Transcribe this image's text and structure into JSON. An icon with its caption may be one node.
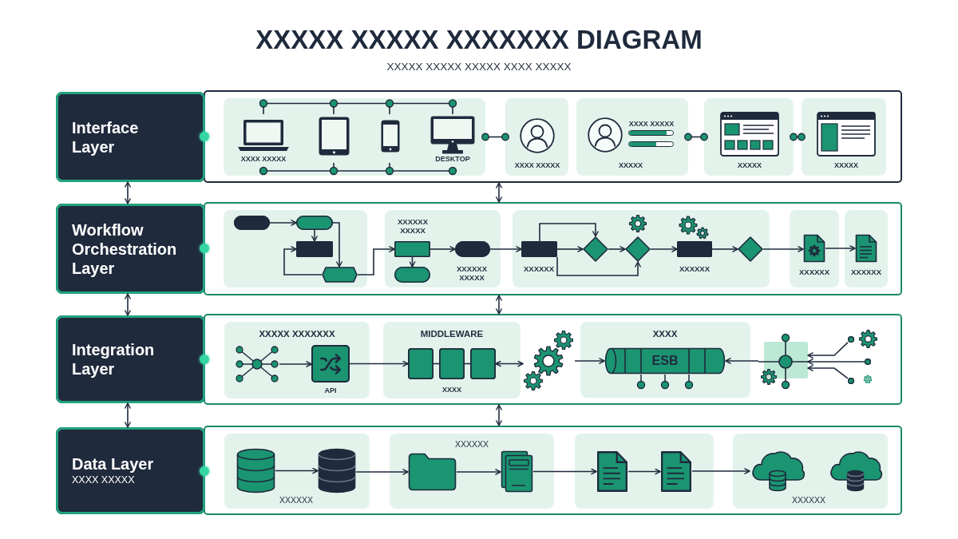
{
  "diagram": {
    "title": "XXXXX XXXXX XXXXXXX DIAGRAM",
    "nodes": [
      {
        "text": [
          "Interface Layer"
        ]
      },
      {
        "text": [],
        "shape": "band"
      },
      {
        "text": [
          "XXXX XXXXX",
          "DESKTOP"
        ],
        "in": 1
      },
      {
        "text": [
          "XXXX XXXXX"
        ],
        "in": 1
      },
      {
        "text": [
          "XXXX XXXXX",
          "XXXXX"
        ],
        "in": 1
      },
      {
        "text": [
          "XXXXX"
        ],
        "in": 1
      },
      {
        "text": [
          "XXXXX"
        ],
        "in": 1
      },
      {
        "text": [
          "Workflow Orchestration Layer"
        ]
      },
      {
        "text": [],
        "shape": "band"
      },
      {
        "text": [],
        "shape": "box",
        "in": 8
      },
      {
        "text": [],
        "shape": "pill",
        "in": 9
      },
      {
        "text": [],
        "shape": "pill",
        "in": 9
      },
      {
        "text": [],
        "shape": "box",
        "in": 9
      },
      {
        "text": [],
        "shape": "hexagon",
        "in": 9
      },
      {
        "text": [
          "XXXXXX XXXXX"
        ],
        "in": 8
      },
      {
        "text": [],
        "shape": "box",
        "in": 14
      },
      {
        "text": [],
        "shape": "pill",
        "in": 14
      },
      {
        "text": [],
        "shape": "pill",
        "in": 14,
        "beside": [
          "XXXXXX XXXXX"
        ]
      },
      {
        "text": [],
        "shape": "box",
        "in": 8
      },
      {
        "text": [],
        "shape": "box",
        "in": 18,
        "beside": [
          "XXXXXX"
        ]
      },
      {
        "text": [],
        "shape": "diamond",
        "in": 18
      },
      {
        "text": [],
        "shape": "diamond",
        "in": 18
      },
      {
        "text": [],
        "shape": "box",
        "in": 18,
        "beside": [
          "XXXXXX"
        ]
      },
      {
        "text": [],
        "shape": "diamond",
        "in": 18
      },
      {
        "text": [],
        "shape": "box",
        "in": 8
      },
      {
        "text": [],
        "shape": "picture",
        "in": 24,
        "beside": [
          "XXXXXX"
        ]
      },
      {
        "text": [],
        "shape": "box",
        "in": 8
      },
      {
        "text": [],
        "shape": "picture",
        "in": 26,
        "beside": [
          "XXXXXX"
        ]
      },
      {
        "text": [
          "Integration Layer"
        ]
      },
      {
        "text": [],
        "shape": "band"
      },
      {
        "text": [
          "XXXXX XXXXXXX"
        ],
        "in": 29
      },
      {
        "text": [],
        "shape": "picture",
        "in": 30
      },
      {
        "text": [],
        "shape": "box",
        "in": 30,
        "beside": [
          "API"
        ]
      },
      {
        "text": [
          "MIDDLEWARE",
          "XXXX"
        ],
        "in": 29
      },
      {
        "text": [],
        "shape": "box",
        "in": 33
      },
      {
        "text": [],
        "shape": "box",
        "in": 33
      },
      {
        "text": [],
        "shape": "box",
        "in": 33
      },
      {
        "text": [],
        "shape": "picture",
        "in": 29
      },
      {
        "text": [
          "XXXX"
        ],
        "in": 29
      },
      {
        "text": [
          "ESB"
        ],
        "in": 38
      },
      {
        "text": [],
        "shape": "picture",
        "in": 29
      },
      {
        "text": [],
        "shape": "circle",
        "in": 29
      },
      {
        "text": [],
        "shape": "circle",
        "in": 29
      },
      {
        "text": [],
        "shape": "circle",
        "in": 29
      },
      {
        "text": [
          "Data Layer",
          "XXXX XXXXX"
        ]
      },
      {
        "text": [],
        "shape": "band"
      },
      {
        "text": [
          "XXXXXX"
        ],
        "in": 45
      },
      {
        "text": [],
        "shape": "cylinder",
        "in": 46
      },
      {
        "text": [],
        "shape": "cylinder",
        "in": 46
      },
      {
        "text": [
          "XXXXXX"
        ],
        "in": 45
      },
      {
        "text": [],
        "shape": "folder",
        "in": 49
      },
      {
        "text": [],
        "shape": "picture",
        "in": 49
      },
      {
        "text": [],
        "shape": "box",
        "in": 45
      },
      {
        "text": [],
        "shape": "picture",
        "in": 52
      },
      {
        "text": [],
        "shape": "picture",
        "in": 52
      },
      {
        "text": [
          "XXXXXX"
        ],
        "in": 45
      },
      {
        "text": [],
        "shape": "cloud",
        "in": 55
      },
      {
        "text": [],
        "shape": "cloud",
        "in": 55
      }
    ],
    "edges": [
      {
        "from": 2,
        "to": 3,
        "arrow": "other"
      },
      {
        "from": 4,
        "to": 5,
        "arrow": "other"
      },
      {
        "from": 5,
        "to": 6,
        "arrow": "other"
      },
      {
        "from": 0,
        "to": 7,
        "arrow": "both"
      },
      {
        "from": 1,
        "to": 8,
        "arrow": "both"
      },
      {
        "from": 10,
        "to": 11,
        "arrow": "to"
      },
      {
        "from": 11,
        "to": 12,
        "arrow": "to"
      },
      {
        "from": 11,
        "to": 13,
        "arrow": "to"
      },
      {
        "from": 13,
        "to": 12,
        "arrow": "to"
      },
      {
        "from": 13,
        "to": 15,
        "arrow": "to"
      },
      {
        "from": 15,
        "to": 16,
        "arrow": "to"
      },
      {
        "from": 15,
        "to": 17,
        "arrow": "to"
      },
      {
        "from": 17,
        "to": 19,
        "arrow": "to"
      },
      {
        "from": 19,
        "to": 20,
        "arrow": "to"
      },
      {
        "from": 19,
        "to": 20,
        "arrow": "to"
      },
      {
        "from": 20,
        "to": 21,
        "arrow": "to"
      },
      {
        "from": 19,
        "to": 21,
        "arrow": "to"
      },
      {
        "from": 21,
        "to": 22,
        "arrow": "to"
      },
      {
        "from": 22,
        "to": 23,
        "arrow": "to"
      },
      {
        "from": 23,
        "to": 25,
        "arrow": "to"
      },
      {
        "from": 25,
        "to": 27,
        "arrow": "to"
      },
      {
        "from": 7,
        "to": 28,
        "arrow": "both"
      },
      {
        "from": 8,
        "to": 29,
        "arrow": "both"
      },
      {
        "from": 31,
        "to": 32,
        "arrow": "to"
      },
      {
        "from": 32,
        "to": 34,
        "arrow": "to"
      },
      {
        "from": 34,
        "to": 35,
        "arrow": "none"
      },
      {
        "from": 35,
        "to": 36,
        "arrow": "none"
      },
      {
        "from": 36,
        "to": 37,
        "arrow": "both"
      },
      {
        "from": 37,
        "to": 39,
        "arrow": "to"
      },
      {
        "from": 40,
        "to": 39,
        "arrow": "to"
      },
      {
        "from": 41,
        "to": 40,
        "arrow": "to"
      },
      {
        "from": 42,
        "to": 40,
        "arrow": "to"
      },
      {
        "from": 43,
        "to": 40,
        "arrow": "to"
      },
      {
        "from": 28,
        "to": 44,
        "arrow": "both"
      },
      {
        "from": 29,
        "to": 45,
        "arrow": "both"
      },
      {
        "from": 47,
        "to": 48,
        "arrow": "to"
      },
      {
        "from": 48,
        "to": 50,
        "arrow": "to"
      },
      {
        "from": 50,
        "to": 51,
        "arrow": "to"
      },
      {
        "from": 51,
        "to": 53,
        "arrow": "to"
      },
      {
        "from": 53,
        "to": 54,
        "arrow": "to"
      },
      {
        "from": 54,
        "to": 56,
        "arrow": "to"
      }
    ],
    "labels": [
      "XXXXX XXXXX XXXXX XXXX XXXXX"
    ]
  }
}
